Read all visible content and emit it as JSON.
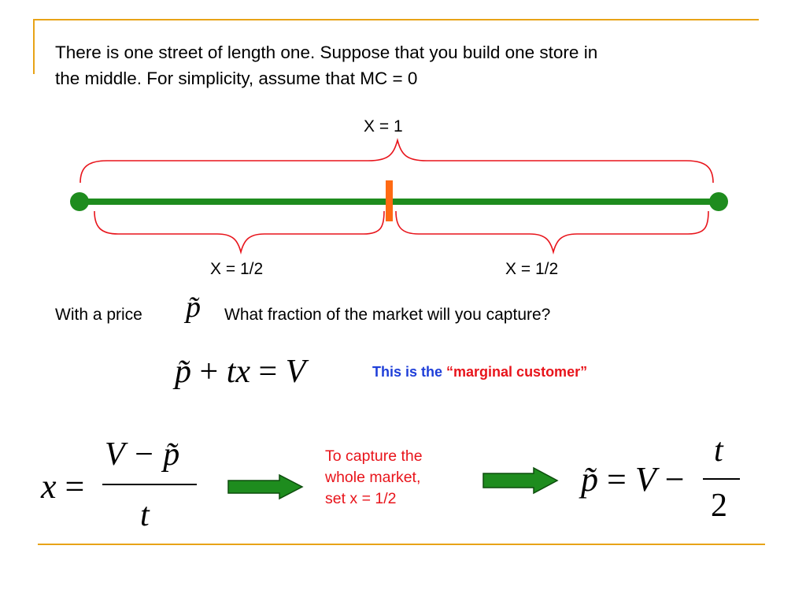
{
  "intro": {
    "line1": "There is one street of length one.  Suppose that you build one store in",
    "line2": "the middle. For simplicity, assume that MC = 0"
  },
  "diagram": {
    "label_whole": "X = 1",
    "label_left_half": "X = 1/2",
    "label_right_half": "X = 1/2"
  },
  "question": {
    "prefix": "With a price",
    "price_symbol": "p̃",
    "text": "What fraction of the market will you capture?"
  },
  "equation_marginal": {
    "lhs_p": "p̃",
    "plus": "+",
    "tx": "tx",
    "equals": "=",
    "rhs": "V"
  },
  "marginal_note": {
    "prefix": "This is the ",
    "quote_open": "“",
    "highlight": "marginal customer",
    "quote_close": "”"
  },
  "equation_x": {
    "lhs": "x",
    "equals": "=",
    "numerator": "V − p̃",
    "denominator": "t"
  },
  "capture_note": {
    "line1": "To capture the",
    "line2": "whole market,",
    "line3": "set x = 1/2"
  },
  "equation_price": {
    "lhs": "p̃",
    "equals": "=",
    "v": "V",
    "minus": "−",
    "numerator": "t",
    "denominator": "2"
  },
  "colors": {
    "frame": "#e8a317",
    "street": "#1e8c1e",
    "brace": "#e8141b",
    "store": "#ff6a13",
    "arrow": "#1e8c1e",
    "marginal_blue": "#1f3fd9",
    "marginal_red": "#e8141b"
  }
}
